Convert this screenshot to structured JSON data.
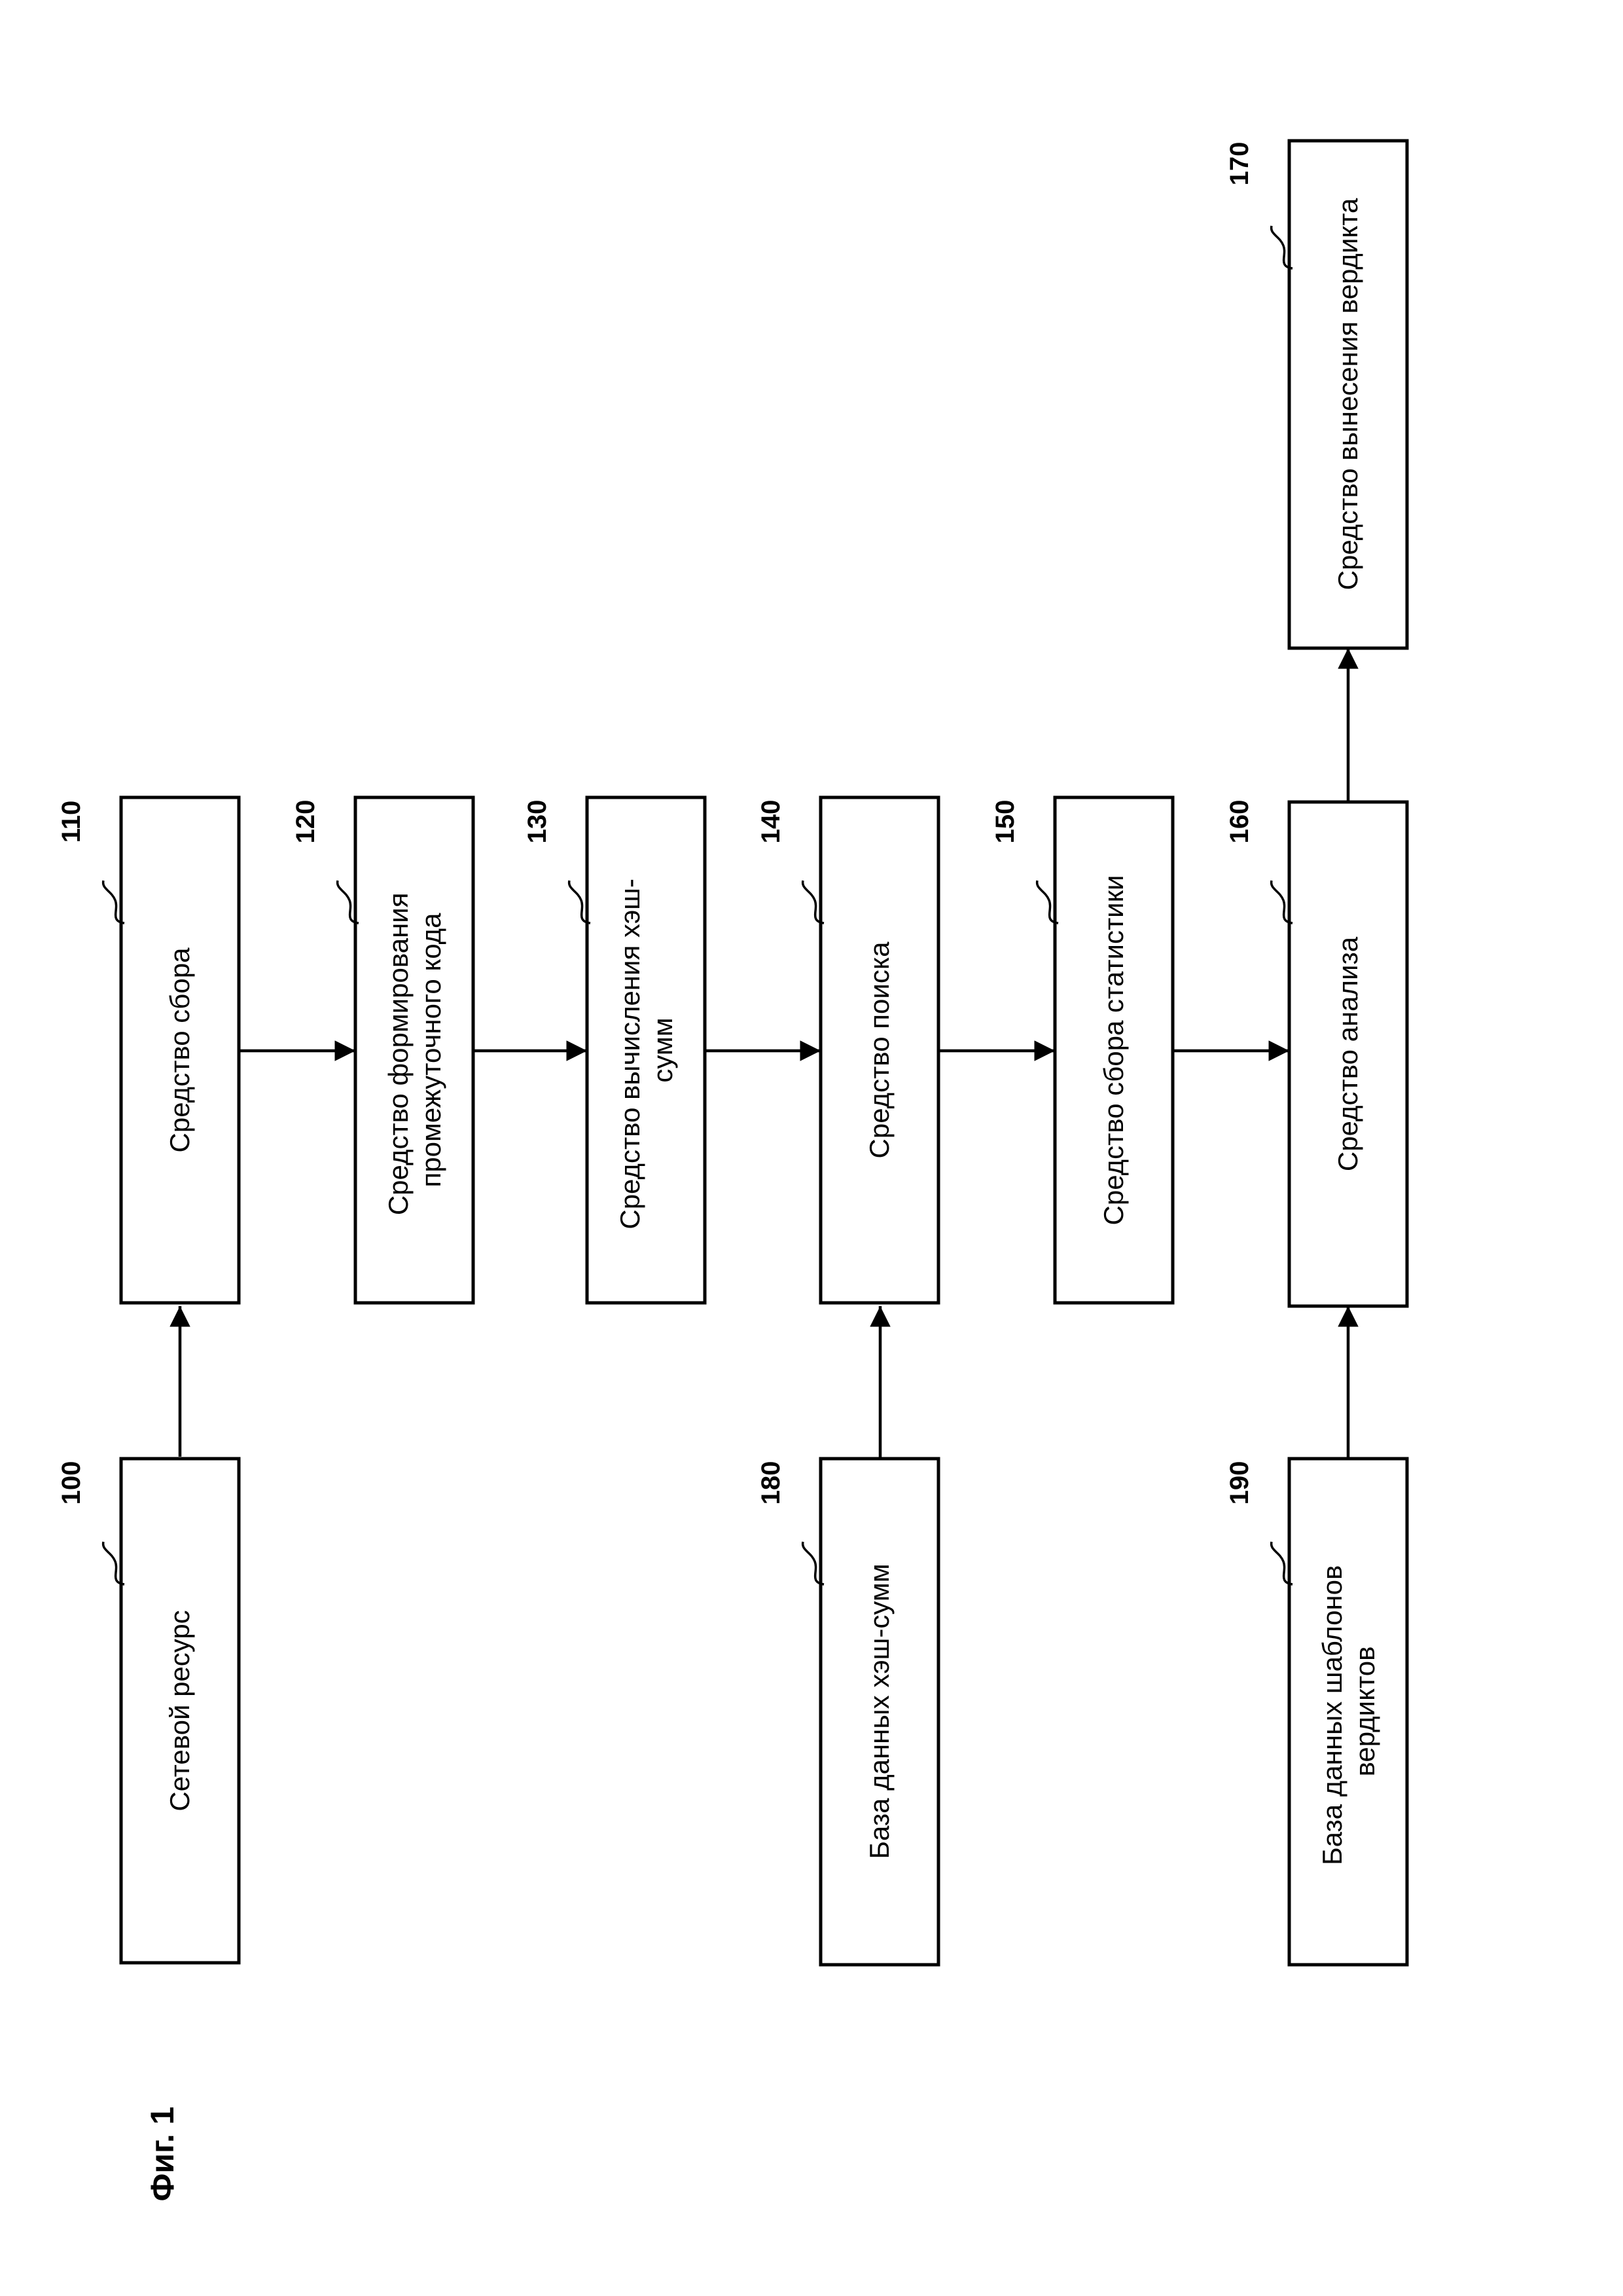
{
  "figure": {
    "caption": "Фиг. 1",
    "blocks": [
      {
        "ref": "100",
        "lines": [
          "Сетевой ресурс"
        ]
      },
      {
        "ref": "110",
        "lines": [
          "Средство сбора"
        ]
      },
      {
        "ref": "120",
        "lines": [
          "Средство формирования",
          "промежуточного кода"
        ]
      },
      {
        "ref": "130",
        "lines": [
          "Средство вычисления хэш-",
          "сумм"
        ]
      },
      {
        "ref": "140",
        "lines": [
          "Средство поиска"
        ]
      },
      {
        "ref": "150",
        "lines": [
          "Средство сбора статистики"
        ]
      },
      {
        "ref": "160",
        "lines": [
          "Средство анализа"
        ]
      },
      {
        "ref": "170",
        "lines": [
          "Средство вынесения вердикта"
        ]
      },
      {
        "ref": "180",
        "lines": [
          "База данных хэш-сумм"
        ]
      },
      {
        "ref": "190",
        "lines": [
          "База данных шаблонов",
          "вердиктов"
        ]
      }
    ]
  }
}
